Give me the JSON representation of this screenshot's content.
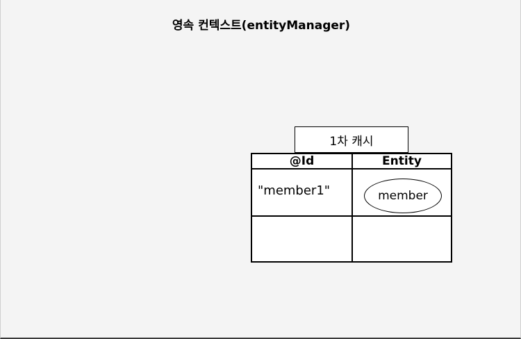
{
  "diagram": {
    "title": "영속 컨텍스트(entityManager)",
    "cache": {
      "label": "1차 캐시",
      "headers": {
        "id": "@Id",
        "entity": "Entity"
      },
      "rows": [
        {
          "id": "\"member1\"",
          "entity": "member"
        },
        {
          "id": "",
          "entity": ""
        }
      ]
    }
  }
}
